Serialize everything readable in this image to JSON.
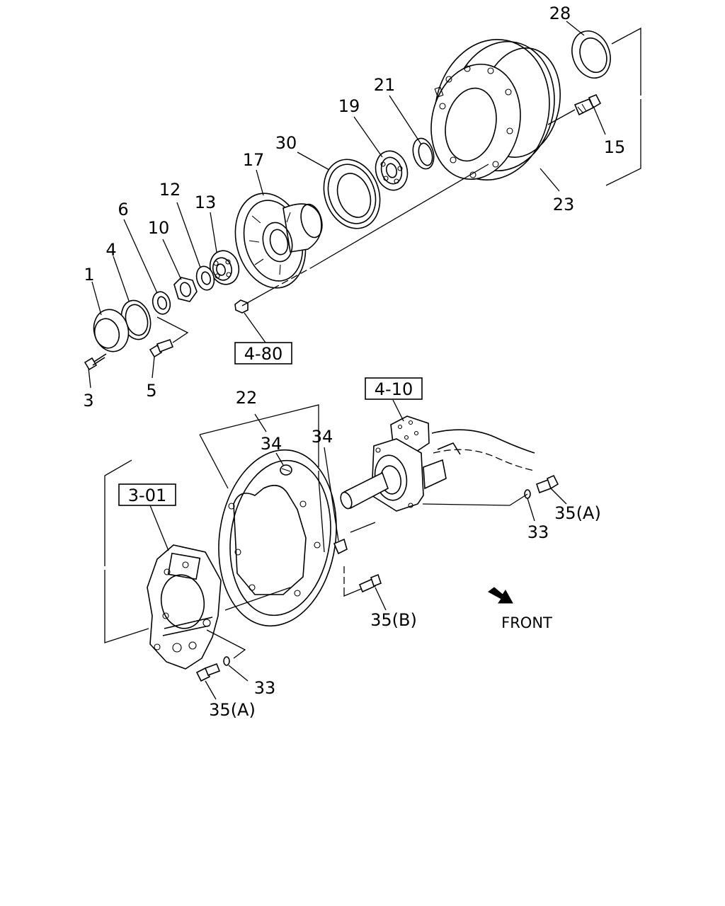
{
  "labels": {
    "p1": "1",
    "p3": "3",
    "p4": "4",
    "p5": "5",
    "p6": "6",
    "p10": "10",
    "p12": "12",
    "p13": "13",
    "p15": "15",
    "p17": "17",
    "p19": "19",
    "p21": "21",
    "p22": "22",
    "p23": "23",
    "p28": "28",
    "p30": "30",
    "p34a": "34",
    "p34b": "34",
    "p33a": "33",
    "p33b": "33",
    "p35a_right": "35(A)",
    "p35b": "35(B)",
    "p35a_bottom": "35(A)"
  },
  "refs": {
    "r480": "4-80",
    "r410": "4-10",
    "r301": "3-01"
  },
  "front_label": "FRONT"
}
